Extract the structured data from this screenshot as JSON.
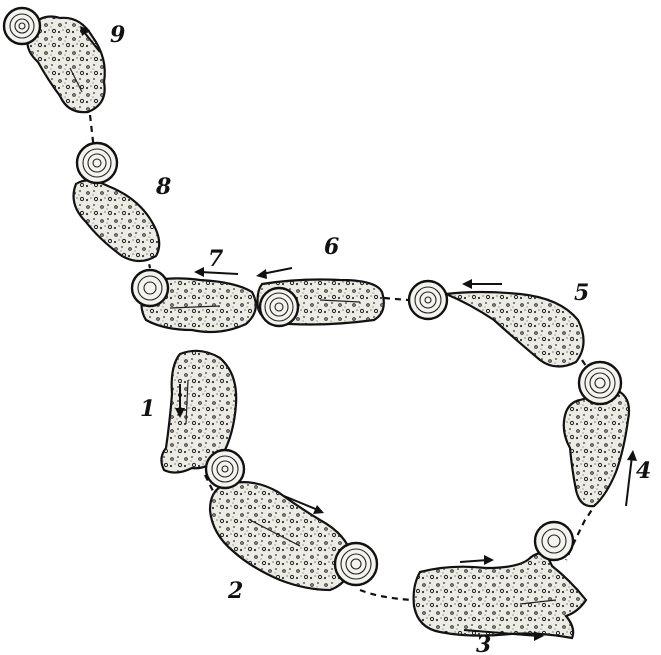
{
  "figure": {
    "stage_labels": [
      "1",
      "2",
      "3",
      "4",
      "5",
      "6",
      "7",
      "8",
      "9"
    ]
  }
}
